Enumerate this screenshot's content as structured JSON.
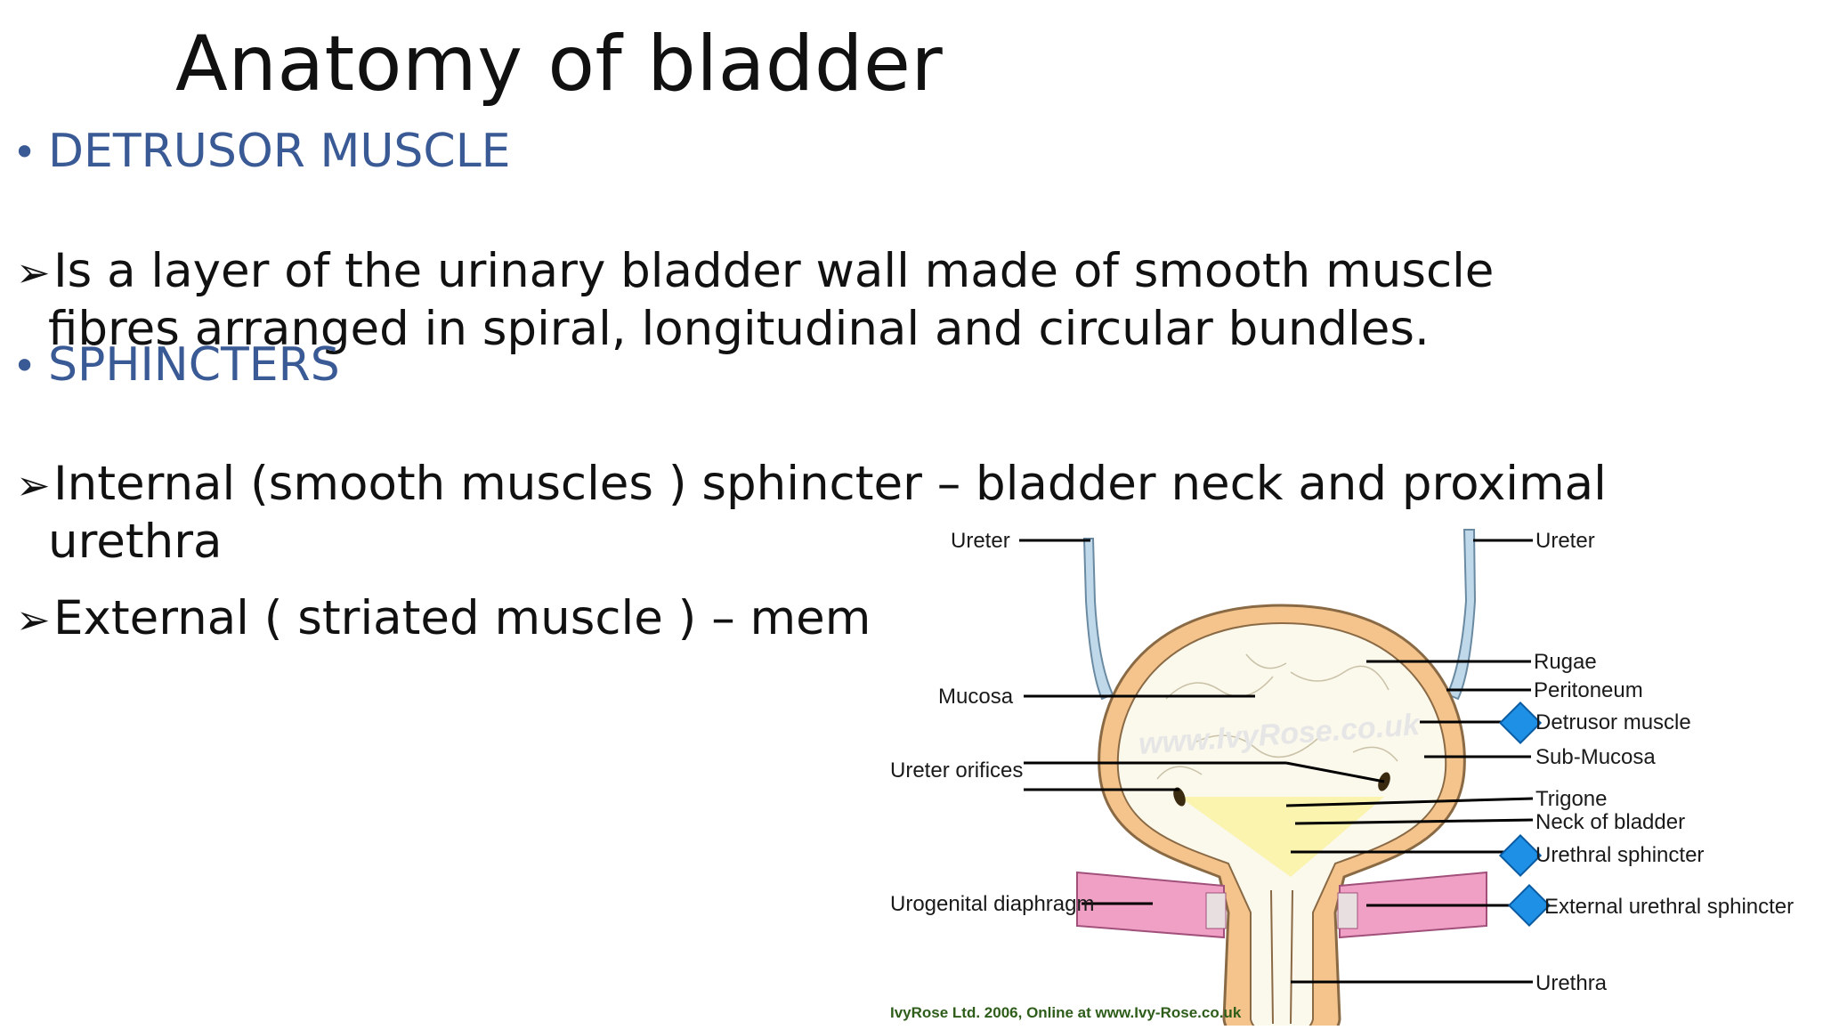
{
  "slide": {
    "title": "Anatomy of bladder",
    "bullets": [
      {
        "heading": "DETRUSOR MUSCLE",
        "points": [
          {
            "line1": "Is a layer of the urinary bladder wall made of smooth muscle",
            "line2": "fibres arranged in spiral, longitudinal and circular bundles."
          }
        ]
      },
      {
        "heading": "SPHINCTERS",
        "points": [
          {
            "line1": "Internal (smooth muscles ) sphincter – bladder neck and proximal",
            "line2": "urethra"
          },
          {
            "line1": "External ( striated muscle ) – membranous urethra",
            "line2": ""
          }
        ]
      }
    ]
  },
  "diagram": {
    "labels_left": {
      "ureter": "Ureter",
      "mucosa": "Mucosa",
      "ureter_orifices": "Ureter orifices",
      "urogenital_diaphragm": "Urogenital diaphragm"
    },
    "labels_right": {
      "ureter": "Ureter",
      "rugae": "Rugae",
      "peritoneum": "Peritoneum",
      "detrusor_muscle": "Detrusor muscle",
      "sub_mucosa": "Sub-Mucosa",
      "trigone": "Trigone",
      "neck_of_bladder": "Neck of bladder",
      "urethral_sphincter": "Urethral sphincter",
      "external_urethral_sphincter": "External urethral sphincter",
      "urethra": "Urethra"
    },
    "watermark": "www.IvyRose.co.uk",
    "credit": "IvyRose Ltd. 2006, Online at www.Ivy-Rose.co.uk",
    "colors": {
      "wall": "#f4c48c",
      "wall_outline": "#8a6a45",
      "lumen": "#fbf8ec",
      "trigone": "#fbf3a8",
      "ureter": "#bfd8ea",
      "diaphragm": "#f0a0c4",
      "marker": "#1e90e6"
    }
  }
}
